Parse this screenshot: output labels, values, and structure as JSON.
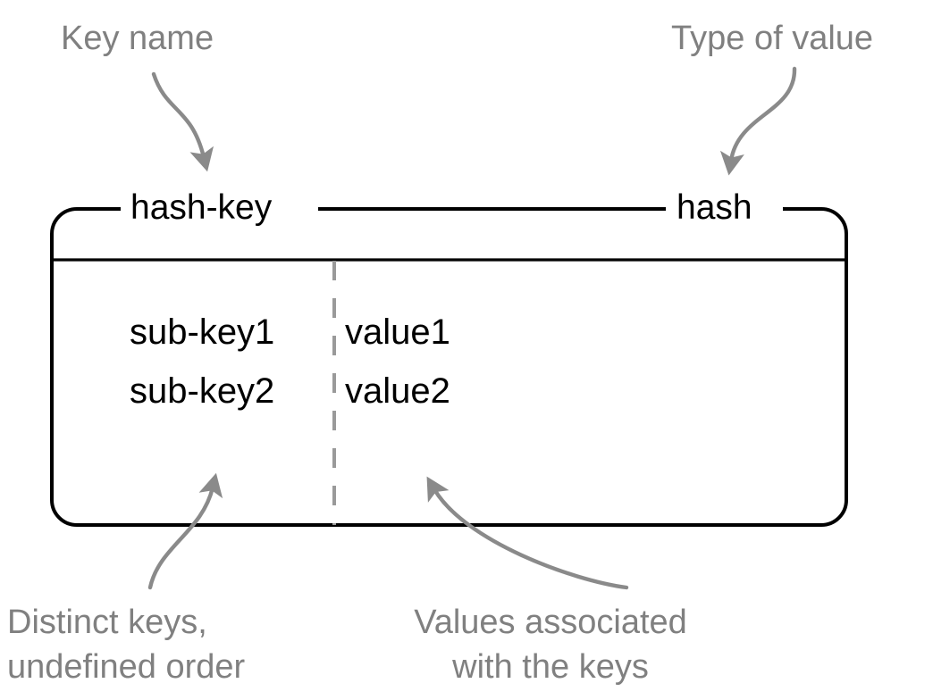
{
  "diagram": {
    "title_key": "hash-key",
    "title_type": "hash",
    "colors": {
      "annotation_gray": "#808080",
      "box_stroke": "#000000",
      "divider_dashed": "#9a9a9a",
      "background": "#ffffff"
    }
  },
  "annotations": {
    "key_name": "Key name",
    "type_of_value": "Type of value",
    "distinct_keys": "Distinct keys,\nundefined order",
    "values_associated": "Values associated\nwith the keys"
  },
  "entries": [
    {
      "sub_key": "sub-key1",
      "value": "value1"
    },
    {
      "sub_key": "sub-key2",
      "value": "value2"
    }
  ],
  "icons": {
    "arrow_key_name": "curved-arrow-down-icon",
    "arrow_type_of_value": "curved-arrow-down-icon",
    "arrow_distinct_keys": "curved-arrow-up-icon",
    "arrow_values": "curved-arrow-up-left-icon"
  }
}
